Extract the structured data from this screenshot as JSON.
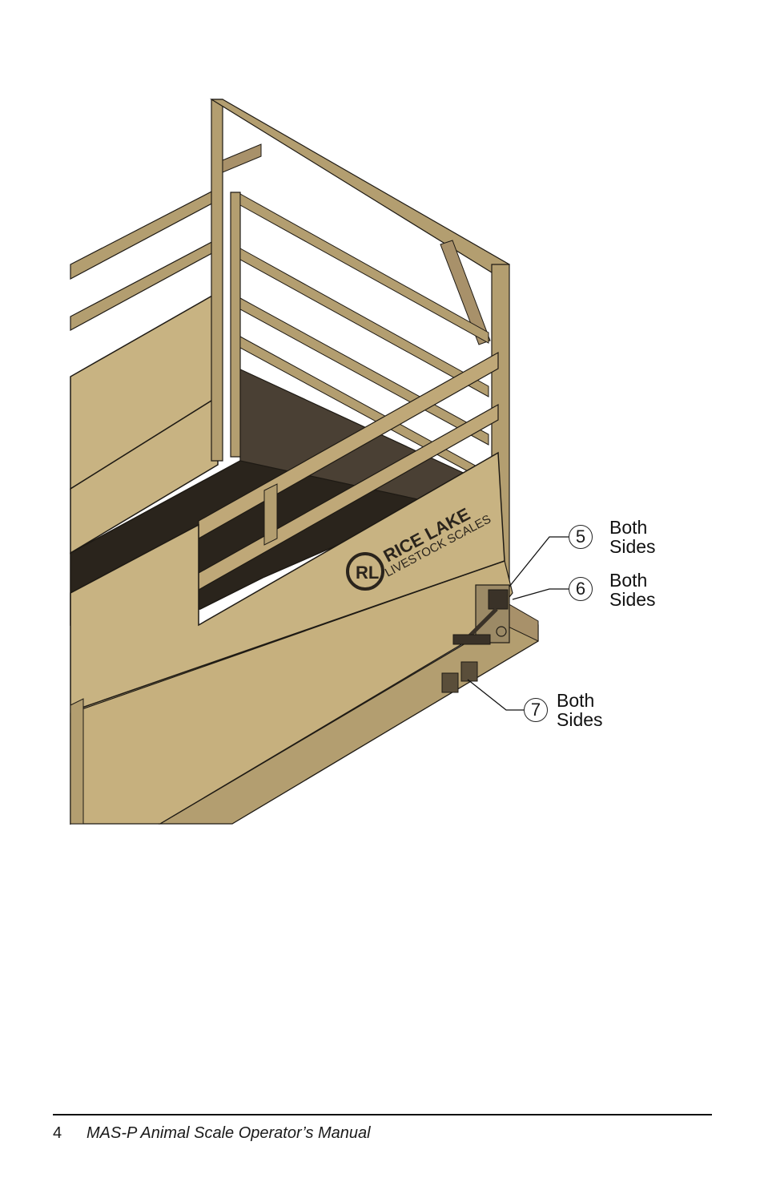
{
  "figure": {
    "logo_text": [
      "RICE LAKE",
      "LIVESTOCK SCALES"
    ],
    "callouts": [
      {
        "number": "5",
        "line1": "Both",
        "line2": "Sides"
      },
      {
        "number": "6",
        "line1": "Both",
        "line2": "Sides"
      },
      {
        "number": "7",
        "line1": "Both",
        "line2": "Sides"
      }
    ],
    "colors": {
      "tan": "#c8b382",
      "tan_dark": "#a8916a",
      "frame": "#6b5a3c",
      "floor": "#2a241c",
      "outline": "#1e1a14"
    }
  },
  "footer": {
    "page_number": "4",
    "title": "MAS-P Animal Scale Operator’s Manual"
  }
}
